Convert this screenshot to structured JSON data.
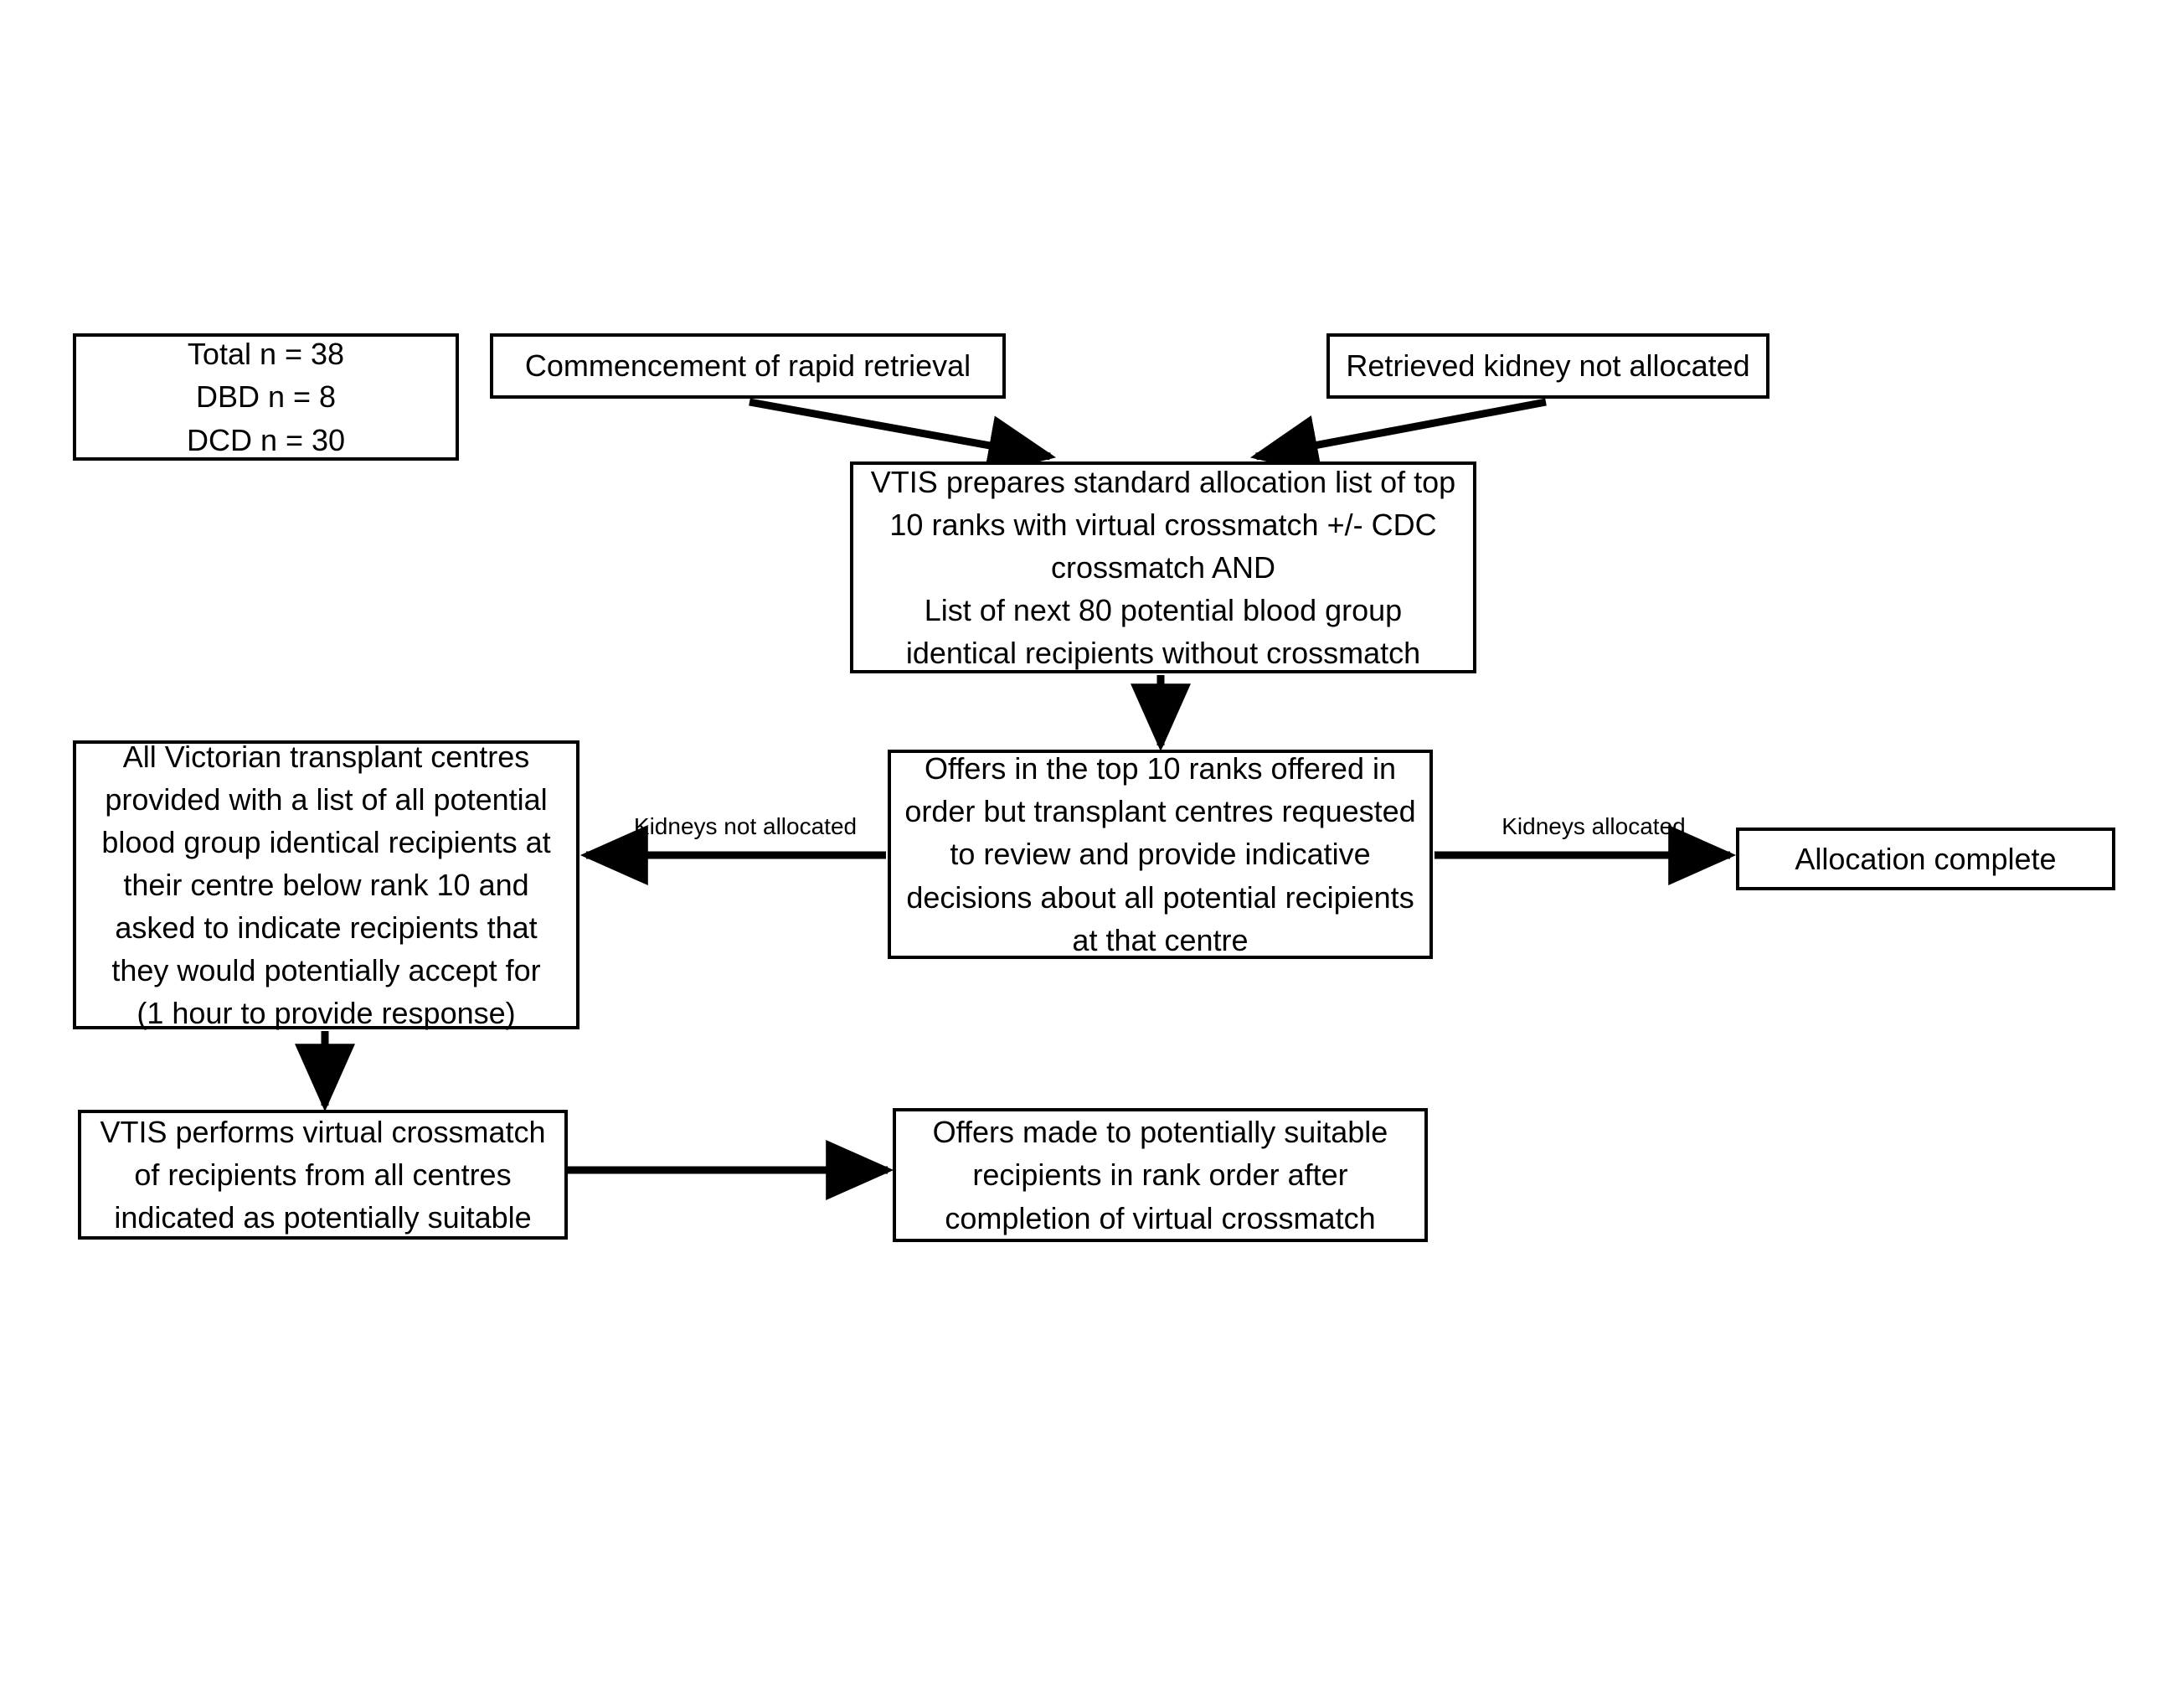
{
  "diagram": {
    "title": "Kidney allocation process flowchart",
    "background_color": "#ffffff",
    "line_color": "#000000",
    "text_color": "#000000"
  },
  "nodes": {
    "cohort": "Total n = 38\nDBD n = 8\nDCD n = 30",
    "commencement": "Commencement of rapid retrieval",
    "retrieved_not_allocated": "Retrieved kidney not allocated",
    "vtis_prepare": "VTIS prepares standard allocation list of top 10 ranks with virtual crossmatch +/- CDC crossmatch AND\nList of next 80 potential blood group identical recipients without crossmatch",
    "offers_top10": "Offers in the top 10 ranks offered in order but transplant centres requested to review and provide indicative decisions about all potential recipients at that centre",
    "all_centres": "All Victorian transplant centres provided with a list of all potential blood group identical recipients at their centre below rank 10 and asked to indicate recipients that they would potentially accept for\n(1 hour to provide response)",
    "vtis_crossmatch": "VTIS performs virtual crossmatch of recipients from all centres indicated as potentially suitable",
    "offers_rank_order": "Offers made to potentially suitable recipients in rank order after completion of virtual crossmatch",
    "allocation_complete": "Allocation complete"
  },
  "edge_labels": {
    "kidneys_not_allocated": "Kidneys not allocated",
    "kidneys_allocated": "Kidneys allocated"
  }
}
